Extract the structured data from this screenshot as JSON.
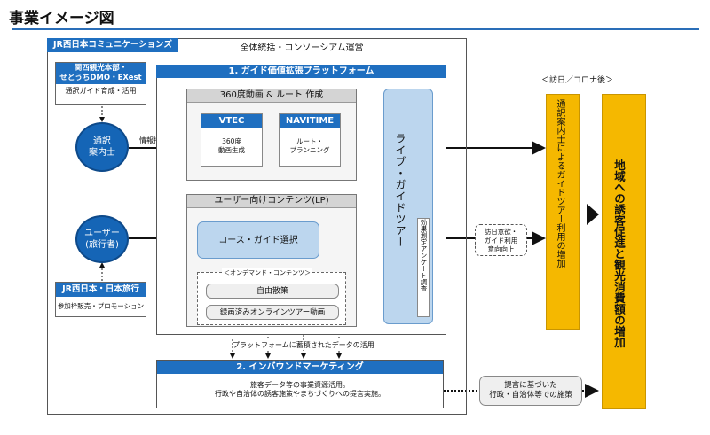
{
  "title": "事業イメージ図",
  "org": {
    "header": "JR西日本コミュニケーションズ",
    "top_label": "全体統括・コンソーシアム運営"
  },
  "left": {
    "kansai_title": "関西観光本部・せとうちDMO・EXest",
    "kansai_line1": "関西観光本部・",
    "kansai_line2": "せとうちDMO・EXest",
    "kansai_sub": "通訳ガイド育成・活用",
    "guide_circle_line1": "通訳",
    "guide_circle_line2": "案内士",
    "user_circle_line1": "ユーザー",
    "user_circle_line2": "(旅行者)",
    "jr_title": "JR西日本・日本旅行",
    "jr_sub": "参加枠販売・プロモーション",
    "info_label": "情報搭載"
  },
  "platform": {
    "header": "1. ガイド価値拡張プラットフォーム",
    "video_box_title": "360度動画 & ルート 作成",
    "vtec_label": "VTEC",
    "vtec_desc_line1": "360度",
    "vtec_desc_line2": "動画生成",
    "navitime_label": "NAVITIME",
    "navitime_desc_line1": "ルート・",
    "navitime_desc_line2": "プランニング",
    "lp_title": "ユーザー向けコンテンツ(LP)",
    "course_button": "コース・ガイド選択",
    "ondemand_label": "＜オンデマンド・コンテンツ＞",
    "free_walk": "自由散策",
    "recorded_tour": "録画済みオンラインツアー動画",
    "live_tour": "ライブ・ガイドツアー",
    "survey": "効果測定アンケート調査"
  },
  "data_label": "プラットフォームに蓄積されたデータの活用",
  "marketing": {
    "header": "2. インバウンドマーケティング",
    "line1": "旅客データ等の事業資源活用。",
    "line2": "行政や自治体の誘客施策やまちづくりへの提言実施。"
  },
  "right": {
    "after_label": "＜訪日／コロナ後＞",
    "increase_guide": "通訳案内士によるガイドツアー利用の増加",
    "regional": "地域への誘客促進と観光消費額の増加",
    "intent_line1": "訪日意欲・",
    "intent_line2": "ガイド利用",
    "intent_line3": "意向向上",
    "policy_line1": "提言に基づいた",
    "policy_line2": "行政・自治体等での施策"
  },
  "colors": {
    "accent_blue": "#1f6fc0",
    "orange": "#f5b800",
    "light_blue": "#bcd6ee"
  }
}
